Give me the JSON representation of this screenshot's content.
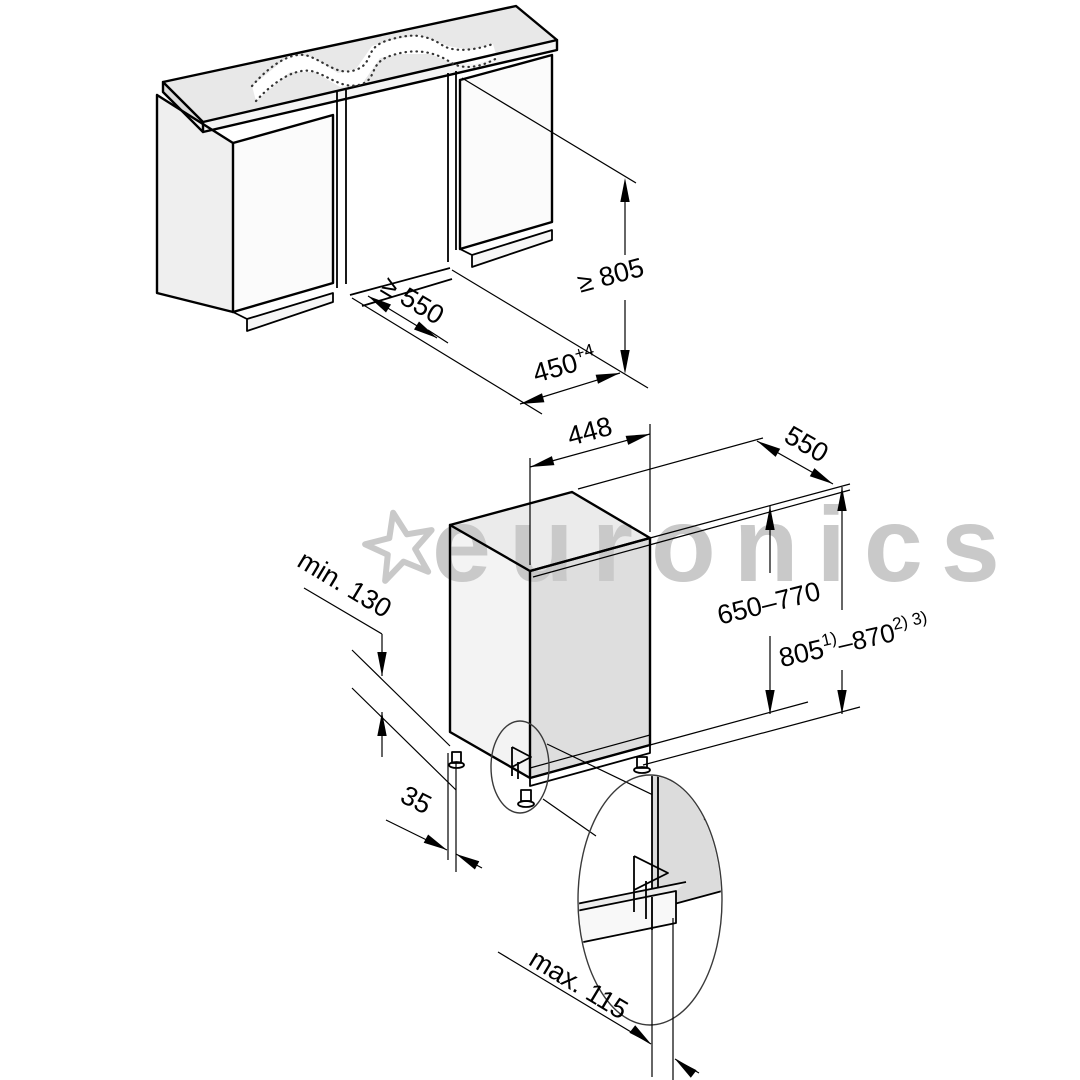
{
  "watermark": {
    "brand": "euronics",
    "star_icon": "star-outline"
  },
  "colors": {
    "background": "#ffffff",
    "line": "#000000",
    "watermark_gray": "#c9c9c9",
    "worktop_fill": "#e8e8e8",
    "panel_light": "#f3f3f3",
    "front_gray": "#dedede",
    "cabinet_face": "#fbfbfb"
  },
  "dims": {
    "niche_depth": "≥ 550",
    "niche_width_base": "450",
    "niche_width_tol": "+4",
    "niche_height": "≥ 805",
    "appliance_width": "448",
    "appliance_depth": "550",
    "appliance_height": "650–770",
    "total_height_base": "805",
    "total_height_sup1": "1)",
    "total_height_mid": "–870",
    "total_height_sup2": "2) 3)",
    "side_clearance": "min. 130",
    "front_offset": "35",
    "plinth_recess": "max. 115"
  }
}
